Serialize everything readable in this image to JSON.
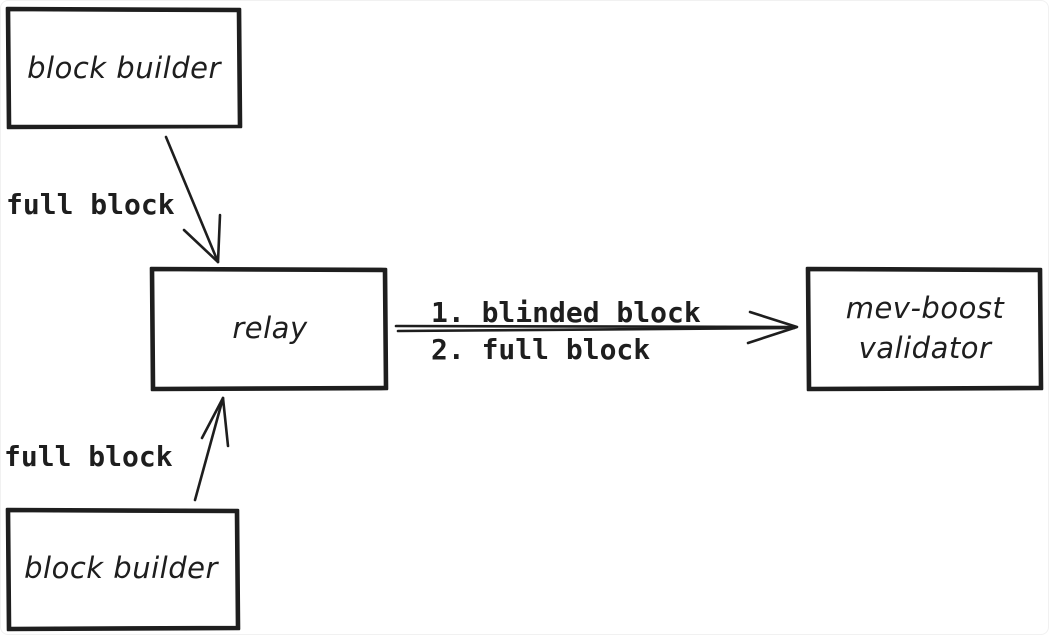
{
  "diagram": {
    "nodes": {
      "builder_top": "block builder",
      "builder_bottom": "block builder",
      "relay": "relay",
      "validator": [
        "mev-boost",
        "validator"
      ]
    },
    "edges": {
      "top_to_relay": "full block",
      "bottom_to_relay": "full block",
      "relay_to_validator": [
        "1. blinded block",
        "2. full block"
      ]
    }
  },
  "colors": {
    "stroke": "#1e1e1e",
    "background": "#ffffff"
  }
}
